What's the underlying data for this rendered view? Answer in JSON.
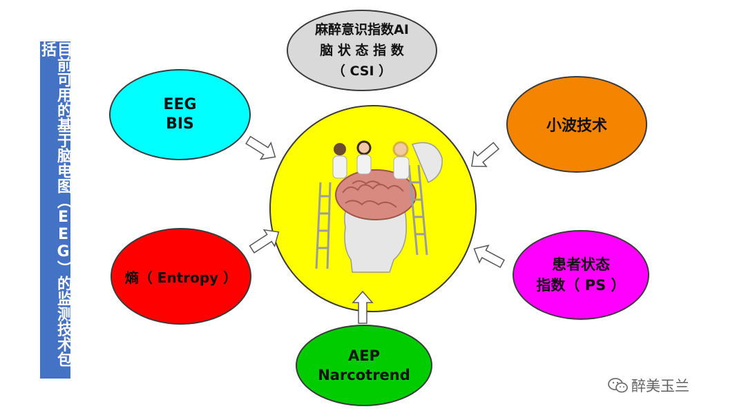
{
  "sidebar": {
    "title": "目前可用的基于脑电图（EEG）的监测技术包括"
  },
  "nodes": {
    "csi": {
      "line1": "麻醉意识指数AI",
      "line2": "脑 状 态 指 数",
      "line3": "（ CSI ）"
    },
    "eeg": {
      "line1": "EEG",
      "line2": "BIS"
    },
    "wavelet": {
      "line1": "小波技术"
    },
    "entropy": {
      "line1": "熵（ Entropy ）"
    },
    "ps": {
      "line1": "患者状态",
      "line2": "指数（ PS ）"
    },
    "aep": {
      "line1": "AEP",
      "line2": "Narcotrend"
    }
  },
  "watermark": {
    "text": "醉美玉兰",
    "icon": "wechat-icon"
  },
  "colors": {
    "sidebar": "#4472c4",
    "center": "#ffff00",
    "csi": "#d9d9d9",
    "eeg": "#00ffff",
    "wavelet": "#f58400",
    "entropy": "#ff0000",
    "ps": "#ff00ff",
    "aep": "#00cc00"
  }
}
